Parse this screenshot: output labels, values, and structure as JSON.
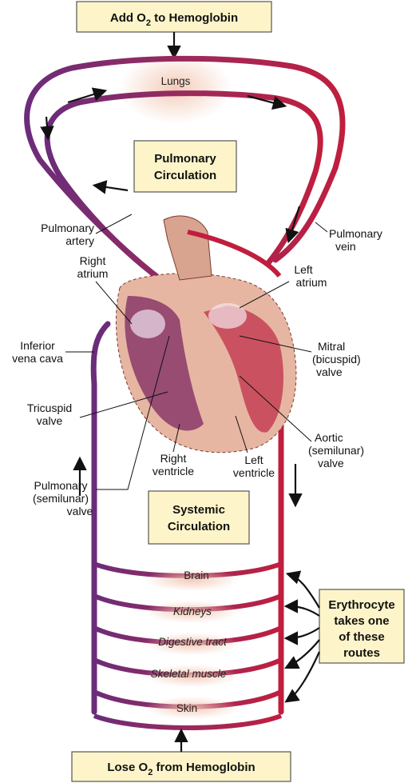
{
  "boxes": {
    "top_prefix": "Add O",
    "top_sub": "2",
    "top_suffix": " to Hemoglobin",
    "pulmonary_line1": "Pulmonary",
    "pulmonary_line2": "Circulation",
    "systemic_line1": "Systemic",
    "systemic_line2": "Circulation",
    "erythrocyte_line1": "Erythrocyte",
    "erythrocyte_line2": "takes one",
    "erythrocyte_line3": "of these",
    "erythrocyte_line4": "routes",
    "bottom_prefix": "Lose O",
    "bottom_sub": "2",
    "bottom_suffix": " from Hemoglobin"
  },
  "labels": {
    "lungs": "Lungs",
    "pulmonary_artery_1": "Pulmonary",
    "pulmonary_artery_2": "artery",
    "pulmonary_vein_1": "Pulmonary",
    "pulmonary_vein_2": "vein",
    "right_atrium_1": "Right",
    "right_atrium_2": "atrium",
    "left_atrium_1": "Left",
    "left_atrium_2": "atrium",
    "inferior_vena_cava_1": "Inferior",
    "inferior_vena_cava_2": "vena cava",
    "mitral_1": "Mitral",
    "mitral_2": "(bicuspid)",
    "mitral_3": "valve",
    "tricuspid_1": "Tricuspid",
    "tricuspid_2": "valve",
    "aortic_1": "Aortic",
    "aortic_2": "(semilunar)",
    "aortic_3": "valve",
    "right_ventricle_1": "Right",
    "right_ventricle_2": "ventricle",
    "left_ventricle_1": "Left",
    "left_ventricle_2": "ventricle",
    "pulmonary_valve_1": "Pulmonary",
    "pulmonary_valve_2": "(semilunar)",
    "pulmonary_valve_3": "valve"
  },
  "organs": [
    "Brain",
    "Kidneys",
    "Digestive tract",
    "Skeletal muscle",
    "Skin"
  ],
  "colors": {
    "venous": "#6b2c7a",
    "arterial": "#c01e3e",
    "box_fill": "#fdf5c9",
    "heart": "#d9a48f"
  }
}
